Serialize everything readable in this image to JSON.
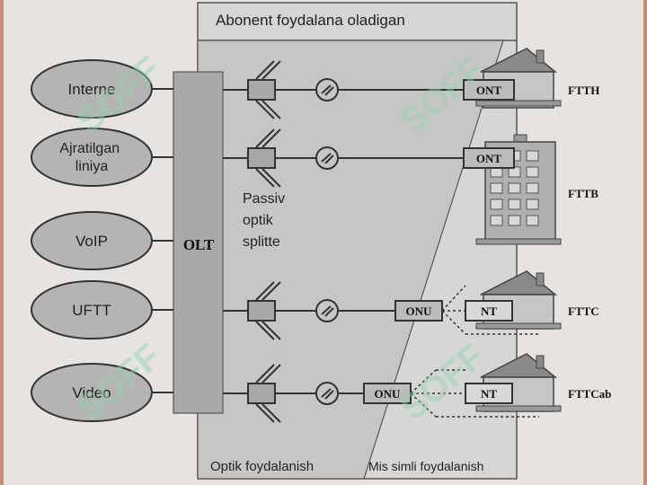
{
  "header": {
    "title": "Abonent foydalana oladigan"
  },
  "services": [
    "Interne",
    "Ajratilgan\nliniya",
    "VoIP",
    "UFTT",
    "Video"
  ],
  "olt_label": "OLT",
  "splitter_label": [
    "Passiv",
    "optik",
    "splitte"
  ],
  "devices": {
    "ont": "ONT",
    "onu": "ONU",
    "nt": "NT"
  },
  "outputs": [
    "FTTH",
    "FTTB",
    "FTTC",
    "FTTCab"
  ],
  "footer": {
    "optical": "Optik foydalanish",
    "copper": "Mis simli foydalanish"
  },
  "watermark": "SOFF",
  "colors": {
    "panel": "#c8c8c8",
    "frame": "#d6d6d6",
    "ellipse": "#b4b4b4",
    "olt": "#a9a9a9",
    "stroke": "#333333"
  }
}
